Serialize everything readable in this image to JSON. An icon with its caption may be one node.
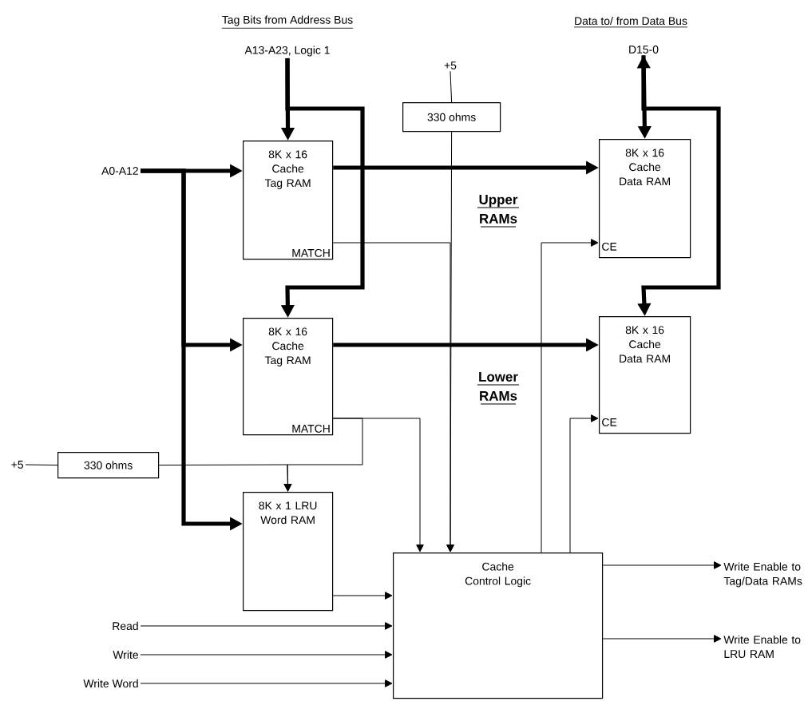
{
  "diagram": {
    "nodes": [
      {
        "text": [
          "8K x 16 Cache Tag RAM",
          "MATCH"
        ]
      },
      {
        "text": [
          "8K x 16 Cache Tag RAM",
          "MATCH"
        ]
      },
      {
        "text": [
          "8K x 1 LRU Word RAM"
        ]
      },
      {
        "text": [
          "8K x 16 Cache Data RAM",
          "CE"
        ]
      },
      {
        "text": [
          "8K x 16 Cache Data RAM",
          "CE"
        ]
      },
      {
        "text": [
          "Cache Control Logic"
        ]
      },
      {
        "text": [
          "330 ohms"
        ]
      },
      {
        "text": [
          "330 ohms"
        ]
      },
      {
        "text": [
          "A13-A23, Logic 1"
        ]
      },
      {
        "text": [
          "D15-0"
        ]
      },
      {
        "text": [
          "A0-A12"
        ]
      },
      {
        "text": [
          "+5"
        ]
      },
      {
        "text": [
          "+5"
        ]
      },
      {
        "text": [
          "Read"
        ]
      },
      {
        "text": [
          "Write"
        ]
      },
      {
        "text": [
          "Write Word"
        ]
      },
      {
        "text": [
          "Write Enable to Tag/Data RAMs"
        ]
      },
      {
        "text": [
          "Write Enable to LRU RAM"
        ]
      }
    ],
    "edges": [
      {
        "from": 8,
        "to": 0,
        "arrow": "to",
        "style": "thick"
      },
      {
        "from": 8,
        "to": 1,
        "arrow": "to",
        "style": "thick"
      },
      {
        "from": 9,
        "to": 3,
        "arrow": "both",
        "style": "thick"
      },
      {
        "from": 9,
        "to": 4,
        "arrow": "to",
        "style": "thick"
      },
      {
        "from": 10,
        "to": 0,
        "arrow": "to",
        "style": "thick"
      },
      {
        "from": 10,
        "to": 1,
        "arrow": "to",
        "style": "thick"
      },
      {
        "from": 10,
        "to": 2,
        "arrow": "to",
        "style": "thick"
      },
      {
        "from": 0,
        "to": 3,
        "arrow": "to",
        "style": "thick"
      },
      {
        "from": 1,
        "to": 4,
        "arrow": "to",
        "style": "thick"
      },
      {
        "from": 11,
        "to": 6,
        "arrow": "none"
      },
      {
        "from": 6,
        "to": 5,
        "arrow": "to"
      },
      {
        "from": 0,
        "to": 5,
        "arrow": "to"
      },
      {
        "from": 1,
        "to": 5,
        "arrow": "to"
      },
      {
        "from": 1,
        "to": 2,
        "arrow": "to"
      },
      {
        "from": 12,
        "to": 7,
        "arrow": "none"
      },
      {
        "from": 7,
        "to": 2,
        "arrow": "to"
      },
      {
        "from": 5,
        "to": 3,
        "arrow": "to"
      },
      {
        "from": 5,
        "to": 4,
        "arrow": "to"
      },
      {
        "from": 2,
        "to": 5,
        "arrow": "to"
      },
      {
        "from": 13,
        "to": 5,
        "arrow": "to"
      },
      {
        "from": 14,
        "to": 5,
        "arrow": "to"
      },
      {
        "from": 15,
        "to": 5,
        "arrow": "to"
      },
      {
        "from": 5,
        "to": 16,
        "arrow": "to"
      },
      {
        "from": 5,
        "to": 17,
        "arrow": "to"
      }
    ],
    "labels": [
      "Tag Bits from Address Bus",
      "Data to/ from Data Bus",
      "Upper RAMs",
      "Lower RAMs"
    ]
  }
}
